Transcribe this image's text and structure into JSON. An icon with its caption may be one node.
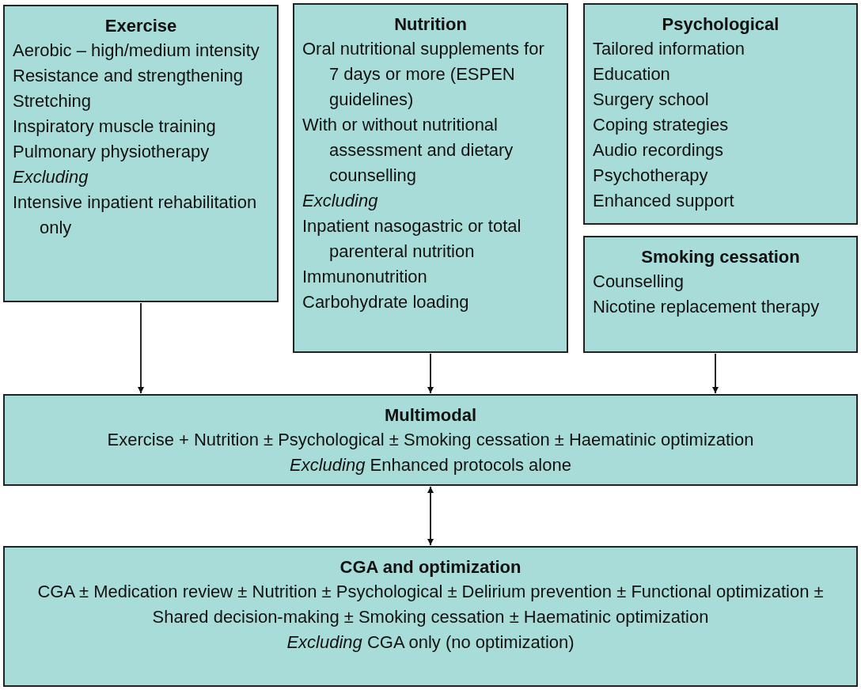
{
  "diagram": {
    "nodes": [
      {
        "text": [
          "Exercise",
          "Aerobic – high/medium intensity",
          "Resistance and strengthening",
          "Stretching",
          "Inspiratory muscle training",
          "Pulmonary physiotherapy",
          "*Excluding*",
          "Intensive inpatient rehabilitation only"
        ]
      },
      {
        "text": [
          "Nutrition",
          "Oral nutritional supplements for 7 days or more (ESPEN guidelines)",
          "With or without nutritional assessment and dietary counselling",
          "*Excluding*",
          "Inpatient nasogastric or total parenteral nutrition",
          "Immunonutrition",
          "Carbohydrate loading"
        ]
      },
      {
        "text": [
          "Psychological",
          "Tailored information",
          "Education",
          "Surgery school",
          "Coping strategies",
          "Audio recordings",
          "Psychotherapy",
          "Enhanced support"
        ]
      },
      {
        "text": [
          "Smoking cessation",
          "Counselling",
          "Nicotine replacement therapy"
        ]
      },
      {
        "text": [
          "Multimodal",
          "Exercise + Nutrition ± Psychological ± Smoking cessation ± Haematinic optimization",
          "*Excluding* Enhanced protocols alone"
        ]
      },
      {
        "text": [
          "CGA and optimization",
          "CGA ± Medication review ± Nutrition ± Psychological ± Delirium prevention ± Functional optimization ± Shared decision-making ± Smoking cessation ± Haematinic optimization",
          "*Excluding* CGA only (no optimization)"
        ]
      }
    ],
    "edges": [
      {
        "from": 0,
        "to": 4,
        "arrow": "to"
      },
      {
        "from": 1,
        "to": 4,
        "arrow": "to"
      },
      {
        "from": 3,
        "to": 4,
        "arrow": "to"
      },
      {
        "from": 4,
        "to": 5,
        "arrow": "both"
      }
    ]
  }
}
